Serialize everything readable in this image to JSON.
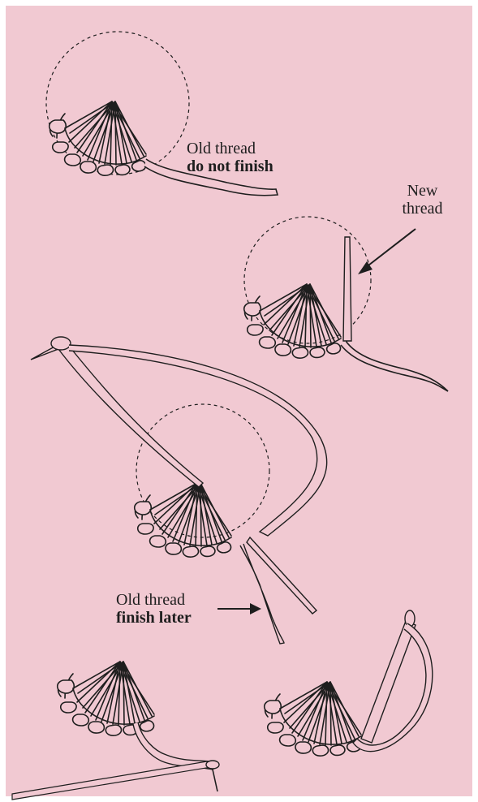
{
  "labels": {
    "label1": {
      "line1": "Old thread",
      "line2": "do not finish"
    },
    "label2": {
      "line1": "New",
      "line2": "thread"
    },
    "label3": {
      "line1": "Old thread",
      "line2": "finish later"
    }
  },
  "colors": {
    "background": "#f1c9d2",
    "ink": "#1e1e1e"
  },
  "icons": [
    "fan-stitch-step-1",
    "fan-stitch-step-2",
    "fan-stitch-step-3",
    "fan-stitch-step-4",
    "fan-stitch-step-5",
    "needle-icon",
    "arrow-icon"
  ]
}
